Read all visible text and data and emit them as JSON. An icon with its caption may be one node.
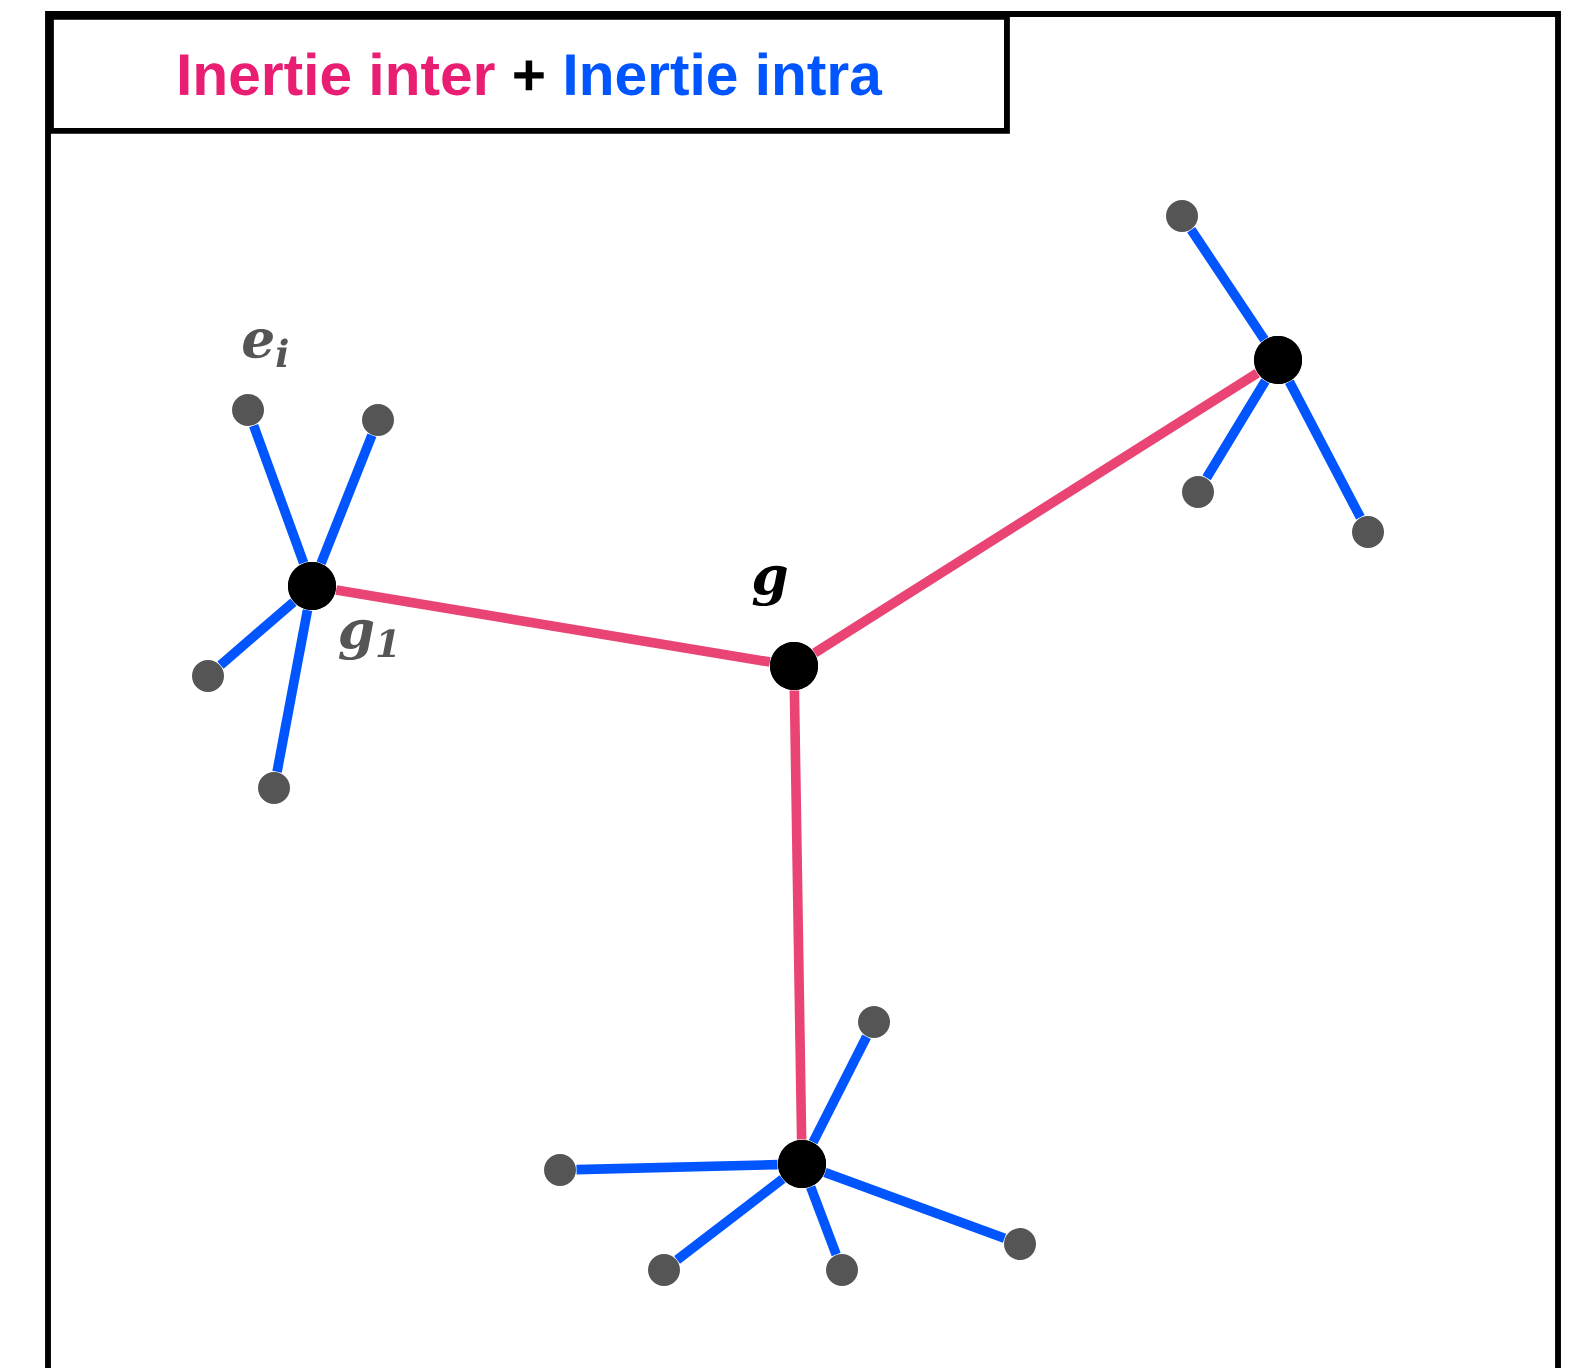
{
  "diagram": {
    "nodes": [
      {
        "text": [
          "Inertie inter",
          "+",
          "Inertie intra"
        ]
      },
      {
        "text": [],
        "shape": "circle",
        "beside": [
          "g"
        ]
      },
      {
        "text": [],
        "shape": "circle",
        "beside": [
          "g$_{1}$"
        ]
      },
      {
        "text": [],
        "shape": "circle"
      },
      {
        "text": [],
        "shape": "circle"
      },
      {
        "text": [],
        "shape": "circle",
        "beside": [
          "e$_{i}$"
        ]
      },
      {
        "text": [],
        "shape": "circle"
      },
      {
        "text": [],
        "shape": "circle"
      },
      {
        "text": [],
        "shape": "circle"
      },
      {
        "text": [],
        "shape": "circle"
      },
      {
        "text": [],
        "shape": "circle"
      },
      {
        "text": [],
        "shape": "circle"
      },
      {
        "text": [],
        "shape": "circle"
      },
      {
        "text": [],
        "shape": "circle"
      },
      {
        "text": [],
        "shape": "circle"
      },
      {
        "text": [],
        "shape": "circle"
      },
      {
        "text": [],
        "shape": "circle"
      }
    ],
    "edges": [
      {
        "from": 1,
        "to": 2,
        "arrow": "none",
        "color": "#e91e73"
      },
      {
        "from": 1,
        "to": 3,
        "arrow": "none",
        "color": "#e91e73"
      },
      {
        "from": 1,
        "to": 4,
        "arrow": "none",
        "color": "#e91e73"
      },
      {
        "from": 2,
        "to": 5,
        "arrow": "none"
      },
      {
        "from": 2,
        "to": 6,
        "arrow": "none"
      },
      {
        "from": 2,
        "to": 7,
        "arrow": "none"
      },
      {
        "from": 2,
        "to": 8,
        "arrow": "none"
      },
      {
        "from": 3,
        "to": 9,
        "arrow": "none"
      },
      {
        "from": 3,
        "to": 10,
        "arrow": "none"
      },
      {
        "from": 3,
        "to": 11,
        "arrow": "none"
      },
      {
        "from": 4,
        "to": 12,
        "arrow": "none"
      },
      {
        "from": 4,
        "to": 13,
        "arrow": "none"
      },
      {
        "from": 4,
        "to": 14,
        "arrow": "none"
      },
      {
        "from": 4,
        "to": 15,
        "arrow": "none"
      },
      {
        "from": 4,
        "to": 16,
        "arrow": "none"
      }
    ]
  }
}
